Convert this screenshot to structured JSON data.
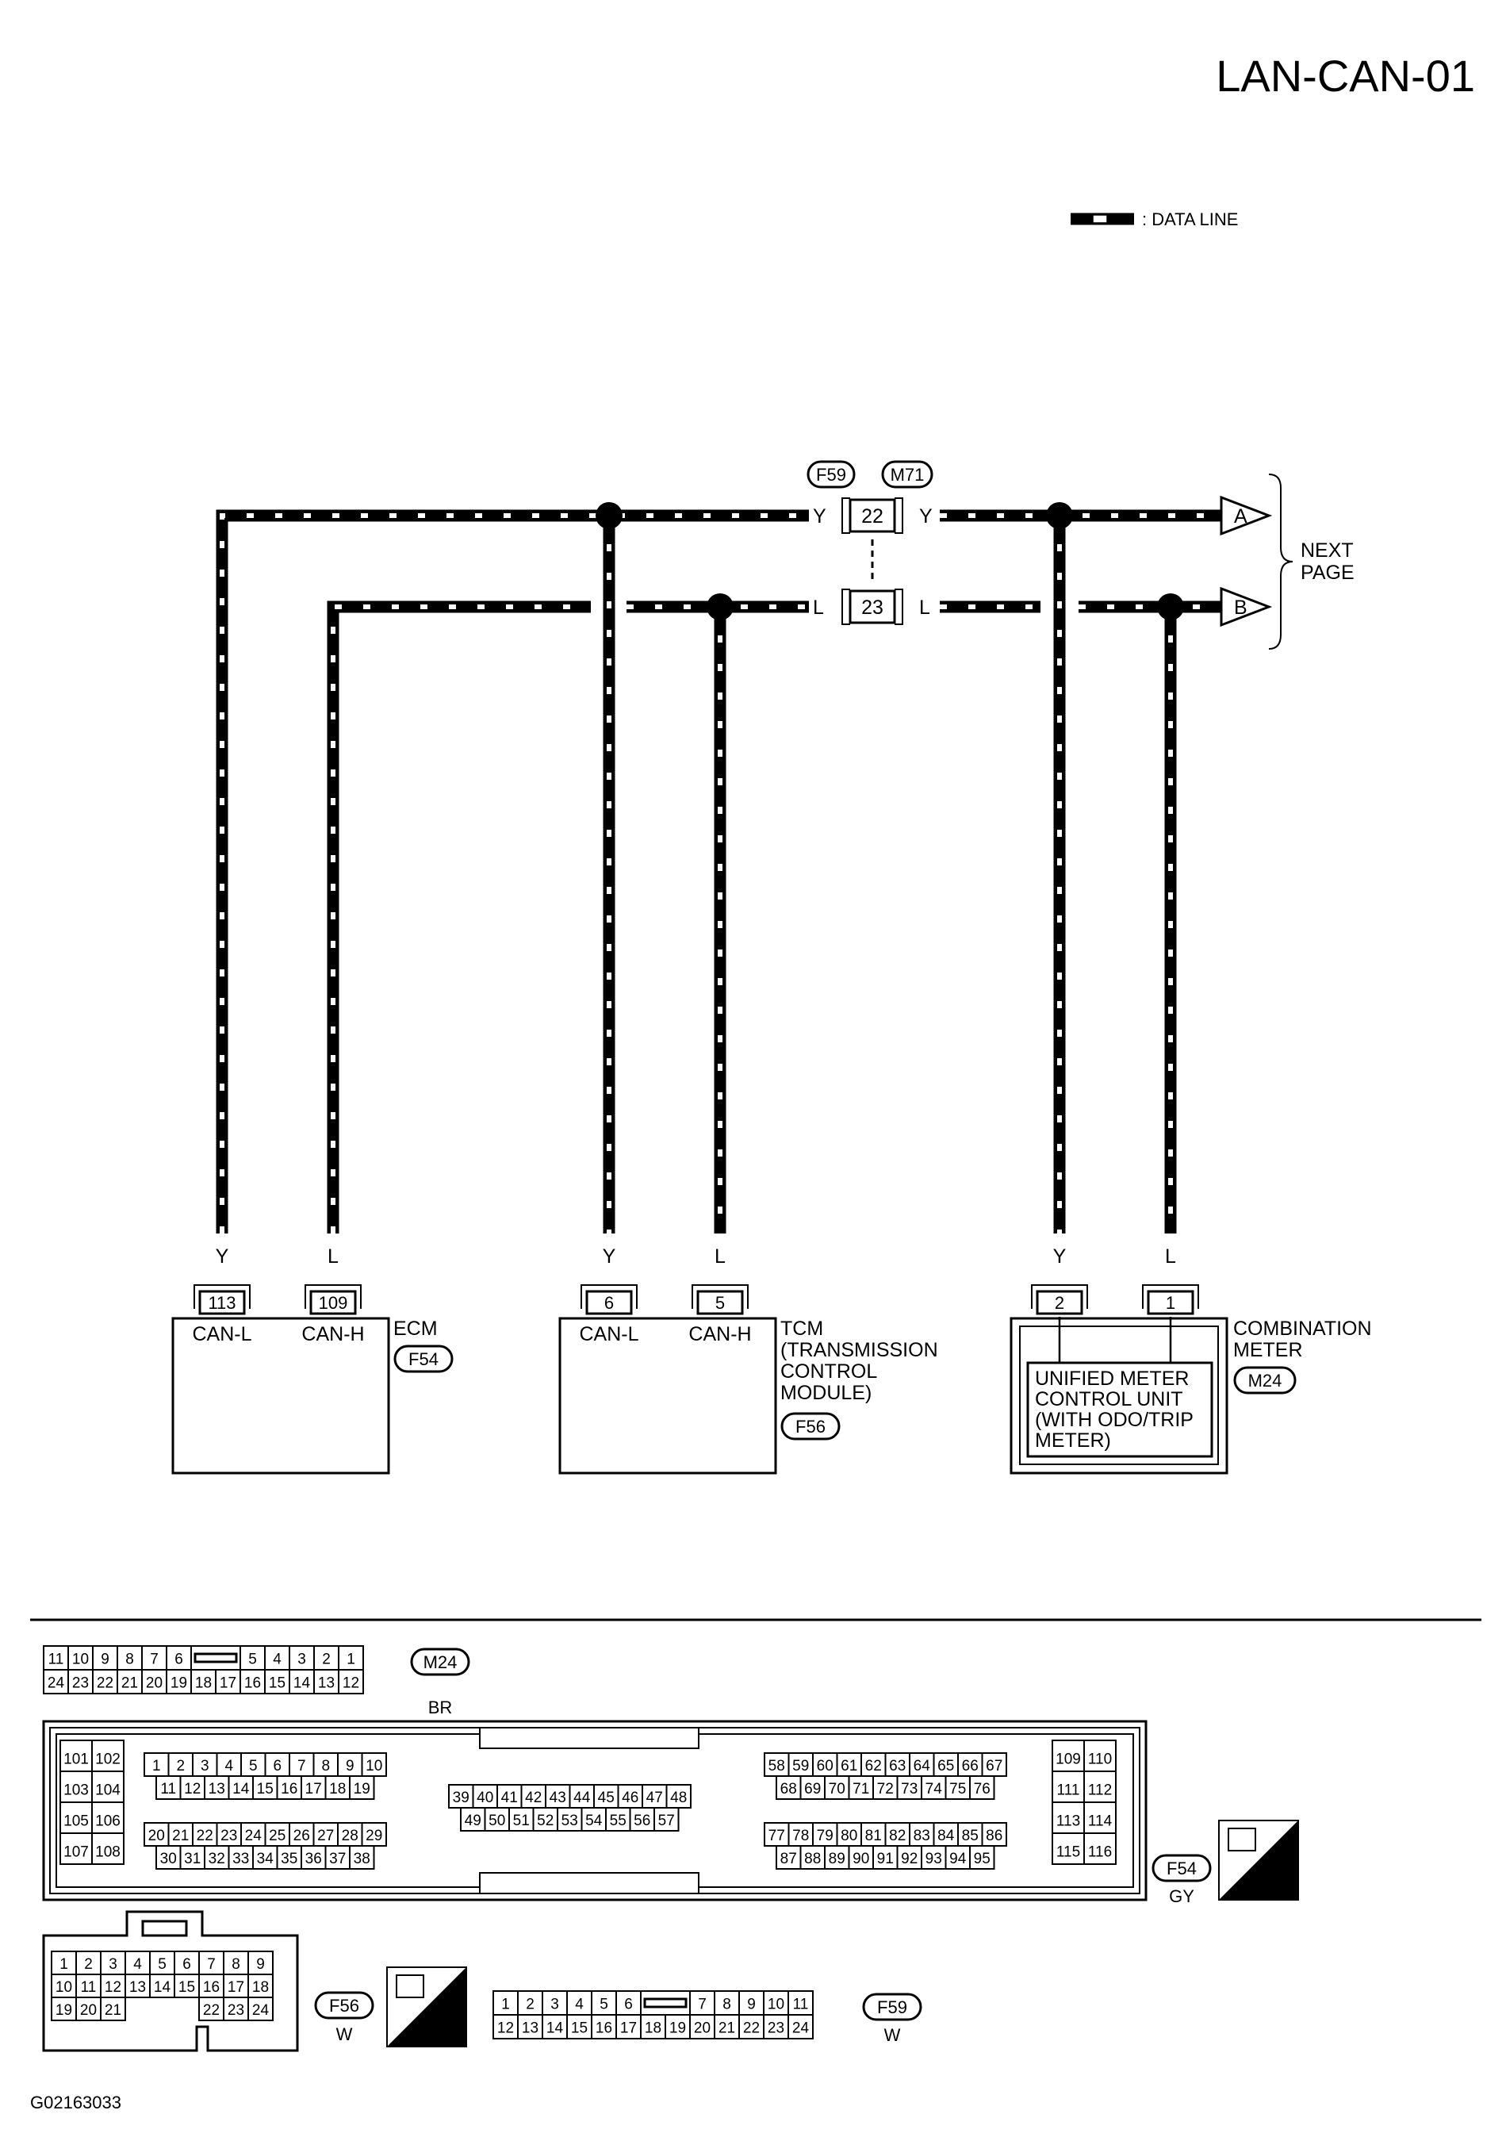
{
  "page": {
    "code": "LAN-CAN-01",
    "figure_id": "G02163033",
    "legend_label": ": DATA LINE",
    "next_page_label": [
      "NEXT",
      "PAGE"
    ]
  },
  "wires": {
    "top_color": "Y",
    "bottom_color": "L",
    "connector_f59": "F59",
    "connector_m71": "M71",
    "pin_22": "22",
    "pin_23": "23",
    "arrow_a": "A",
    "arrow_b": "B"
  },
  "ecm": {
    "name": "ECM",
    "connector": "F54",
    "pin_l": "113",
    "pin_l_label": "CAN-L",
    "pin_l_color": "Y",
    "pin_h": "109",
    "pin_h_label": "CAN-H",
    "pin_h_color": "L"
  },
  "tcm": {
    "name_lines": [
      "TCM",
      "(TRANSMISSION",
      "CONTROL",
      "MODULE)"
    ],
    "connector": "F56",
    "pin_l": "6",
    "pin_l_label": "CAN-L",
    "pin_l_color": "Y",
    "pin_h": "5",
    "pin_h_label": "CAN-H",
    "pin_h_color": "L"
  },
  "meter": {
    "name_lines": [
      "COMBINATION",
      "METER"
    ],
    "connector": "M24",
    "inner_lines": [
      "UNIFIED METER",
      "CONTROL UNIT",
      "(WITH ODO/TRIP",
      "METER)"
    ],
    "pin_a": "2",
    "pin_a_color": "Y",
    "pin_b": "1",
    "pin_b_color": "L"
  },
  "connectors": {
    "m24": {
      "name": "M24",
      "color": "BR",
      "row1_left": [
        "11",
        "10",
        "9",
        "8",
        "7",
        "6"
      ],
      "row1_right": [
        "5",
        "4",
        "3",
        "2",
        "1"
      ],
      "row2": [
        "24",
        "23",
        "22",
        "21",
        "20",
        "19",
        "18",
        "17",
        "16",
        "15",
        "14",
        "13",
        "12"
      ]
    },
    "f54": {
      "name": "F54",
      "color": "GY",
      "hs": "H.S.",
      "left_block": [
        [
          "101",
          "102"
        ],
        [
          "103",
          "104"
        ],
        [
          "105",
          "106"
        ],
        [
          "107",
          "108"
        ]
      ],
      "a_row1": [
        "1",
        "2",
        "3",
        "4",
        "5",
        "6",
        "7",
        "8",
        "9",
        "10"
      ],
      "a_row2": [
        "11",
        "12",
        "13",
        "14",
        "15",
        "16",
        "17",
        "18",
        "19"
      ],
      "a_row3": [
        "20",
        "21",
        "22",
        "23",
        "24",
        "25",
        "26",
        "27",
        "28",
        "29"
      ],
      "a_row4": [
        "30",
        "31",
        "32",
        "33",
        "34",
        "35",
        "36",
        "37",
        "38"
      ],
      "b_row1": [
        "39",
        "40",
        "41",
        "42",
        "43",
        "44",
        "45",
        "46",
        "47",
        "48"
      ],
      "b_row2": [
        "49",
        "50",
        "51",
        "52",
        "53",
        "54",
        "55",
        "56",
        "57"
      ],
      "c_row1": [
        "58",
        "59",
        "60",
        "61",
        "62",
        "63",
        "64",
        "65",
        "66",
        "67"
      ],
      "c_row2": [
        "68",
        "69",
        "70",
        "71",
        "72",
        "73",
        "74",
        "75",
        "76"
      ],
      "c_row3": [
        "77",
        "78",
        "79",
        "80",
        "81",
        "82",
        "83",
        "84",
        "85",
        "86"
      ],
      "c_row4": [
        "87",
        "88",
        "89",
        "90",
        "91",
        "92",
        "93",
        "94",
        "95"
      ],
      "right_block": [
        [
          "109",
          "110"
        ],
        [
          "111",
          "112"
        ],
        [
          "113",
          "114"
        ],
        [
          "115",
          "116"
        ]
      ]
    },
    "f56": {
      "name": "F56",
      "color": "W",
      "hs": "H.S.",
      "row1": [
        "1",
        "2",
        "3",
        "4",
        "5",
        "6",
        "7",
        "8",
        "9"
      ],
      "row2": [
        "10",
        "11",
        "12",
        "13",
        "14",
        "15",
        "16",
        "17",
        "18"
      ],
      "row3_left": [
        "19",
        "20",
        "21"
      ],
      "row3_right": [
        "22",
        "23",
        "24"
      ]
    },
    "f59": {
      "name": "F59",
      "color": "W",
      "row1_left": [
        "1",
        "2",
        "3",
        "4",
        "5",
        "6"
      ],
      "row1_right": [
        "7",
        "8",
        "9",
        "10",
        "11"
      ],
      "row2": [
        "12",
        "13",
        "14",
        "15",
        "16",
        "17",
        "18",
        "19",
        "20",
        "21",
        "22",
        "23",
        "24"
      ]
    }
  }
}
